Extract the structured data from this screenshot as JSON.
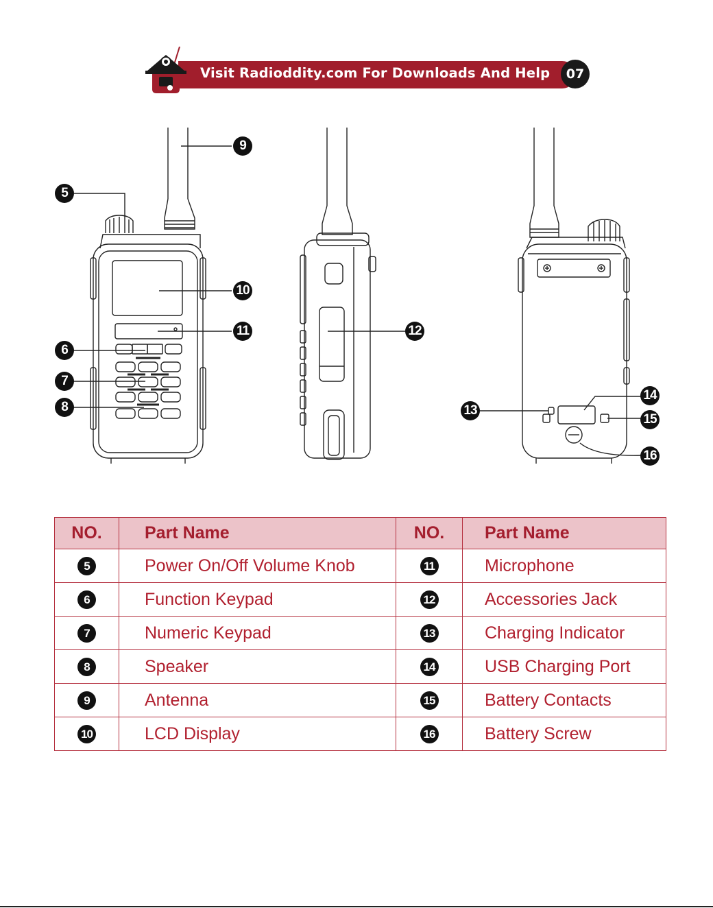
{
  "header": {
    "banner_text": "Visit Radioddity.com For Downloads And Help",
    "page_number": "07",
    "banner_color": "#a11e2c"
  },
  "callouts": {
    "c5": "5",
    "c6": "6",
    "c7": "7",
    "c8": "8",
    "c9": "9",
    "c10": "10",
    "c11": "11",
    "c12": "12",
    "c13": "13",
    "c14": "14",
    "c15": "15",
    "c16": "16"
  },
  "table": {
    "headers": {
      "no_left": "NO.",
      "name_left": "Part Name",
      "no_right": "NO.",
      "name_right": "Part Name"
    },
    "rows": [
      {
        "no_left": "5",
        "name_left": "Power On/Off Volume Knob",
        "no_right": "11",
        "name_right": "Microphone"
      },
      {
        "no_left": "6",
        "name_left": "Function Keypad",
        "no_right": "12",
        "name_right": "Accessories Jack"
      },
      {
        "no_left": "7",
        "name_left": "Numeric Keypad",
        "no_right": "13",
        "name_right": "Charging Indicator"
      },
      {
        "no_left": "8",
        "name_left": "Speaker",
        "no_right": "14",
        "name_right": "USB Charging Port"
      },
      {
        "no_left": "9",
        "name_left": "Antenna",
        "no_right": "15",
        "name_right": "Battery Contacts"
      },
      {
        "no_left": "10",
        "name_left": "LCD Display",
        "no_right": "16",
        "name_right": "Battery Screw"
      }
    ],
    "accent_color": "#b1202f",
    "header_fill": "#ecc3c9"
  }
}
